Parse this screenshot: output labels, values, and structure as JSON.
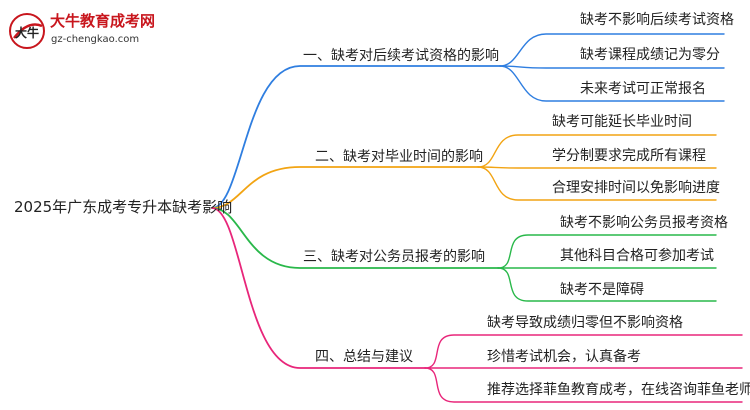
{
  "logo": {
    "title": "大牛教育成考网",
    "url": "gz-chengkao.com",
    "mark_text": "大牛"
  },
  "root": {
    "label": "2025年广东成考专升本缺考影响"
  },
  "branches": [
    {
      "label": "一、缺考对后续考试资格的影响",
      "color": "#2f7ee0",
      "children": [
        "缺考不影响后续考试资格",
        "缺考课程成绩记为零分",
        "未来考试可正常报名"
      ]
    },
    {
      "label": "二、缺考对毕业时间的影响",
      "color": "#f2a413",
      "children": [
        "缺考可能延长毕业时间",
        "学分制要求完成所有课程",
        "合理安排时间以免影响进度"
      ]
    },
    {
      "label": "三、缺考对公务员报考的影响",
      "color": "#29b84a",
      "children": [
        "缺考不影响公务员报考资格",
        "其他科目合格可参加考试",
        "缺考不是障碍"
      ]
    },
    {
      "label": "四、总结与建议",
      "color": "#e8267a",
      "children": [
        "缺考导致成绩归零但不影响资格",
        "珍惜考试机会，认真备考",
        "推荐选择菲鱼教育成考，在线咨询菲鱼老师"
      ]
    }
  ]
}
